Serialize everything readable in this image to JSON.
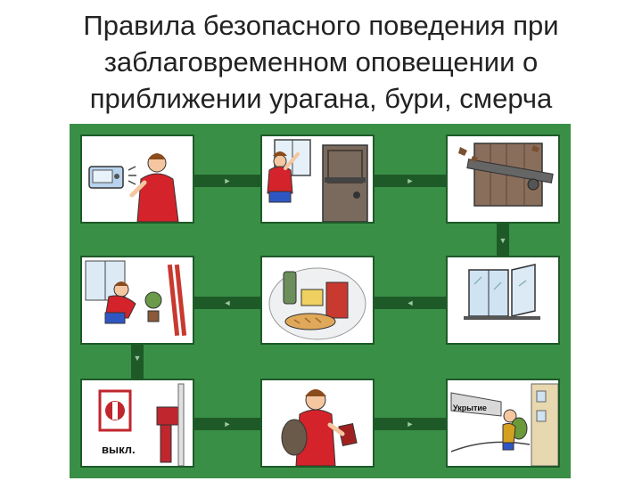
{
  "slide": {
    "title_lines": [
      "Правила безопасного поведения при",
      "заблаговременном оповещении о",
      "приближении урагана, бури, смерча"
    ]
  },
  "panels": {
    "switch_off": {
      "label": "выкл."
    },
    "go_to_shelter": {
      "sign": "Укрытие"
    }
  },
  "icons": {
    "right": "►",
    "left": "◄",
    "down": "▼"
  },
  "colors": {
    "board": "#3a8f47",
    "connector": "#1e5a28",
    "shirt": "#d4232a",
    "shorts": "#2f57c4"
  }
}
